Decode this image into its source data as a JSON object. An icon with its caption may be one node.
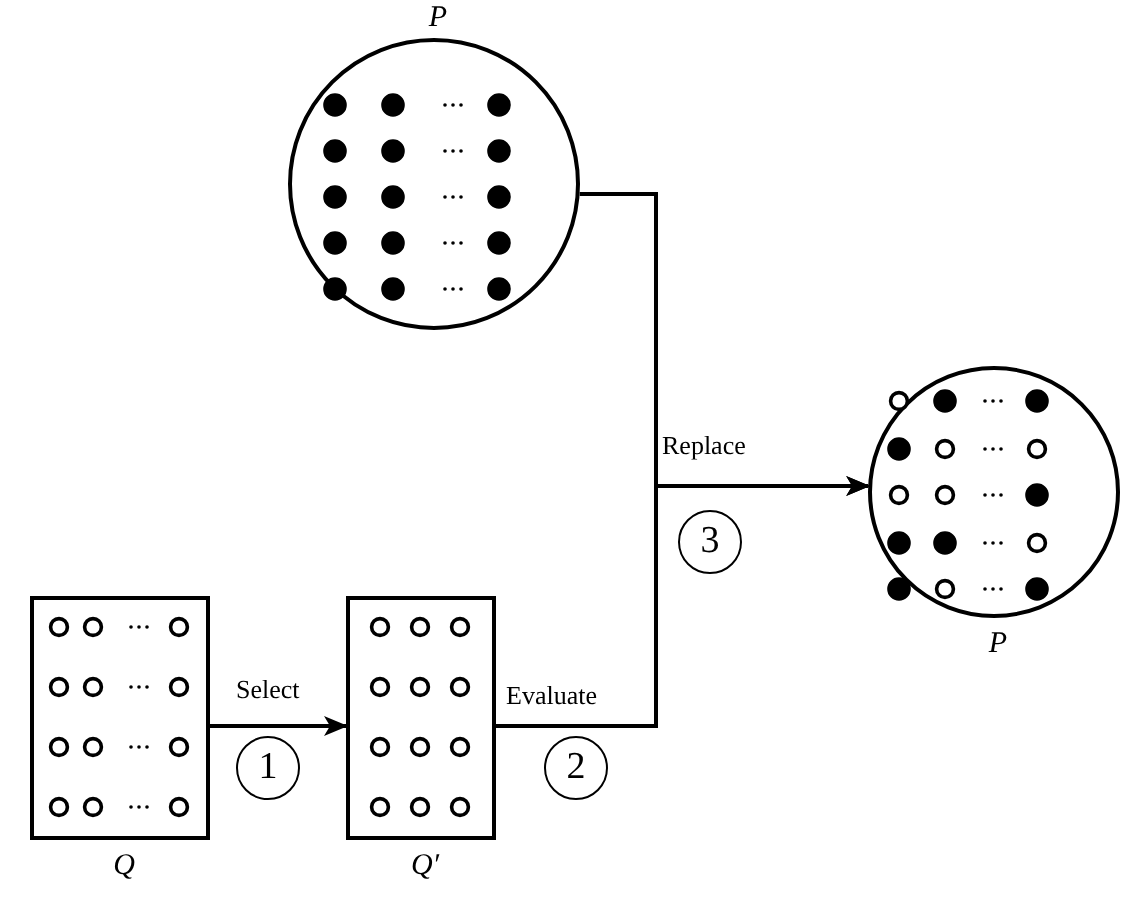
{
  "diagram": {
    "nodes": [
      {
        "text": [
          "P"
        ]
      },
      {
        "text": [
          "P"
        ]
      },
      {
        "text": [
          "Q"
        ]
      },
      {
        "text": [
          "Q′"
        ]
      },
      {
        "text": [
          "1"
        ]
      },
      {
        "text": [
          "2"
        ]
      },
      {
        "text": [
          "3"
        ]
      }
    ],
    "edges": [
      {
        "from": 2,
        "to": 3,
        "arrow": "to",
        "label": "Select"
      },
      {
        "from": 3,
        "to": 1,
        "arrow": "to",
        "label": "Evaluate"
      },
      {
        "from": 0,
        "to": 1,
        "arrow": "to",
        "label": "Replace"
      }
    ]
  }
}
